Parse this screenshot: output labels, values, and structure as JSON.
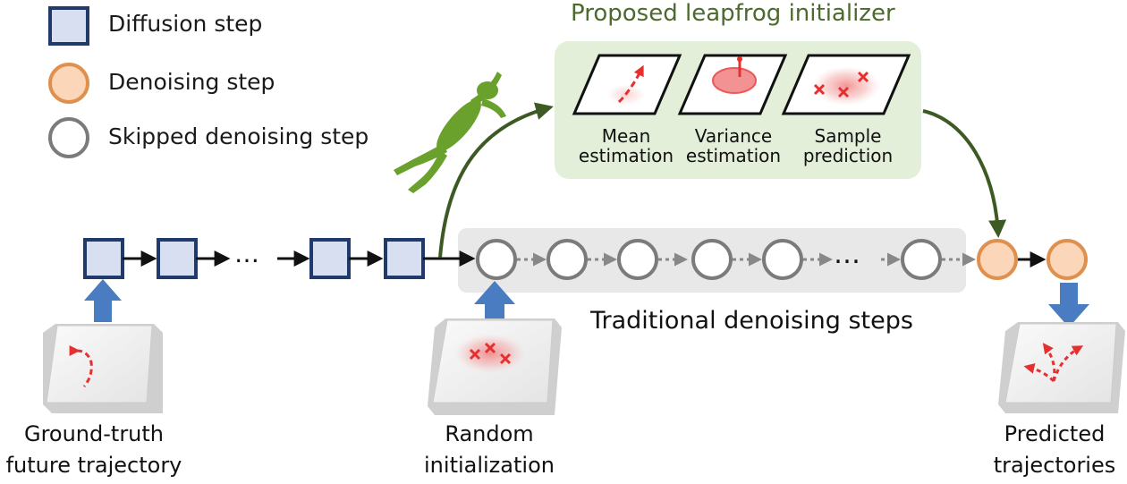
{
  "legend": {
    "diffusion": "Diffusion step",
    "denoising": "Denoising step",
    "skipped": "Skipped denoising step"
  },
  "initializer": {
    "title": "Proposed leapfrog initializer",
    "panels": [
      {
        "line1": "Mean",
        "line2": "estimation"
      },
      {
        "line1": "Variance",
        "line2": "estimation"
      },
      {
        "line1": "Sample",
        "line2": "prediction"
      }
    ]
  },
  "traditional_label": "Traditional denoising steps",
  "captions": {
    "ground_truth": {
      "line1": "Ground-truth",
      "line2": "future trajectory"
    },
    "random_init": {
      "line1": "Random",
      "line2": "initialization"
    },
    "predicted": {
      "line1": "Predicted",
      "line2": "trajectories"
    }
  },
  "ellipsis": "…",
  "colors": {
    "diffusion_fill": "#d7dff0",
    "diffusion_stroke": "#1f3a6b",
    "denoise_fill": "#fbd6b8",
    "denoise_stroke": "#e0904e",
    "skipped_stroke": "#7b7b7b",
    "initializer_bg": "#e3efd9",
    "initializer_title": "#4c6a2d",
    "leap_arrow": "#3d5a24",
    "block_arrow": "#4a7cc1",
    "frog": "#6aa02c",
    "red": "#e63030"
  }
}
